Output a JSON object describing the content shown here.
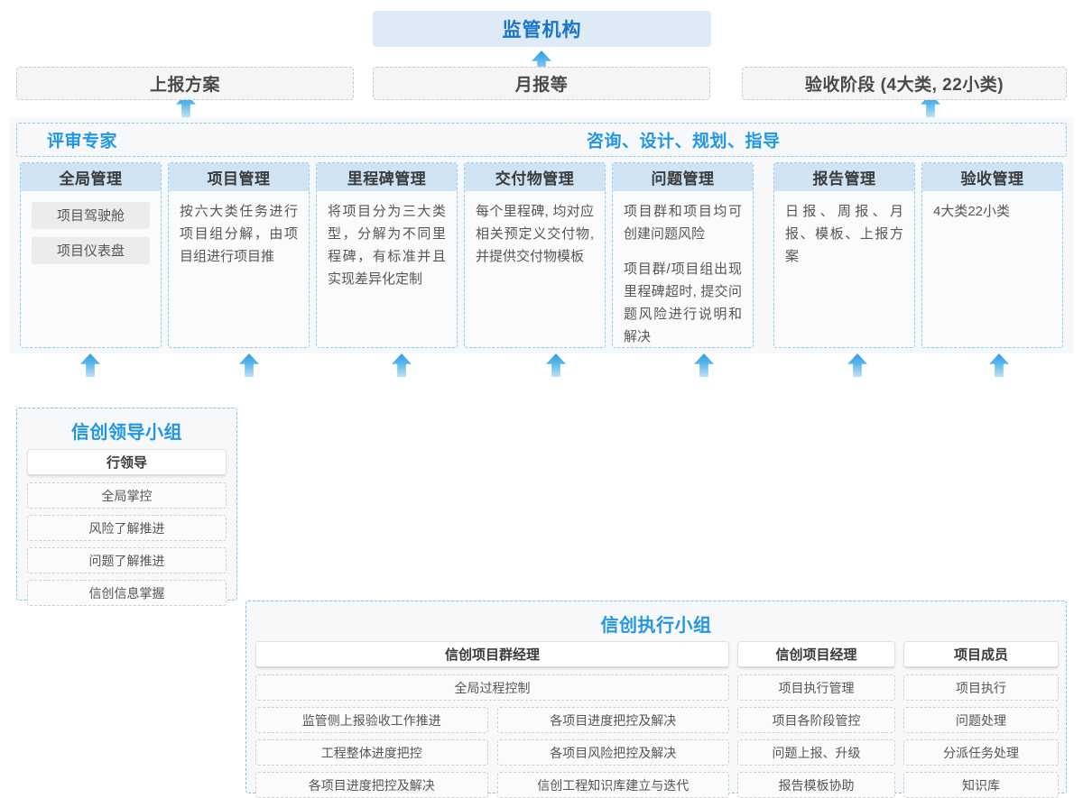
{
  "top": {
    "regulator": "监管机构",
    "channels": [
      {
        "label": "上报方案"
      },
      {
        "label": "月报等"
      },
      {
        "label": "验收阶段 (4大类, 22小类)"
      }
    ]
  },
  "middle": {
    "band_left_label": "评审专家",
    "band_center_label": "咨询、设计、规划、指导",
    "modules": [
      {
        "header": "全局管理",
        "chips": [
          "项目驾驶舱",
          "项目仪表盘"
        ],
        "paragraphs": []
      },
      {
        "header": "项目管理",
        "chips": [],
        "paragraphs": [
          "按六大类任务进行项目组分解，由项目组进行项目推"
        ]
      },
      {
        "header": "里程碑管理",
        "chips": [],
        "paragraphs": [
          "将项目分为三大类型，分解为不同里程碑，有标准并且实现差异化定制"
        ]
      },
      {
        "header": "交付物管理",
        "chips": [],
        "paragraphs": [
          "每个里程碑, 均对应相关预定义交付物, 并提供交付物模板"
        ]
      },
      {
        "header": "问题管理",
        "chips": [],
        "paragraphs": [
          "项目群和项目均可创建问题风险",
          "项目群/项目组出现里程碑超时, 提交问题风险进行说明和解决"
        ]
      },
      {
        "header": "报告管理",
        "chips": [],
        "paragraphs": [
          "日报、周报、月报、模板、上报方案"
        ]
      },
      {
        "header": "验收管理",
        "chips": [],
        "paragraphs": [
          "4大类22小类"
        ]
      }
    ]
  },
  "bottom": {
    "leading_group": {
      "title": "信创领导小组",
      "roles": [
        {
          "head": "行领导",
          "tasks": [
            "全局掌控",
            "风险了解推进",
            "问题了解推进",
            "信创信息掌握"
          ]
        }
      ]
    },
    "execution_group": {
      "title": "信创执行小组",
      "program_manager": {
        "head": "信创项目群经理",
        "full_width_task": "全局过程控制",
        "left_tasks": [
          "监管侧上报验收工作推进",
          "工程整体进度把控",
          "各项目进度把控及解决"
        ],
        "right_tasks": [
          "各项目进度把控及解决",
          "各项目风险把控及解决",
          "信创工程知识库建立与迭代"
        ]
      },
      "project_manager": {
        "head": "信创项目经理",
        "tasks": [
          "项目执行管理",
          "项目各阶段管控",
          "问题上报、升级",
          "报告模板协助"
        ]
      },
      "project_member": {
        "head": "项目成员",
        "tasks": [
          "项目执行",
          "问题处理",
          "分派任务处理",
          "知识库"
        ]
      }
    }
  },
  "colors": {
    "brand_blue": "#2196e3",
    "title_bg": "#dfeaf7",
    "module_head_bg": "#cfe3f2",
    "dashed_gray": "#c9c9c9",
    "dashed_blue": "#8ec8ef"
  }
}
